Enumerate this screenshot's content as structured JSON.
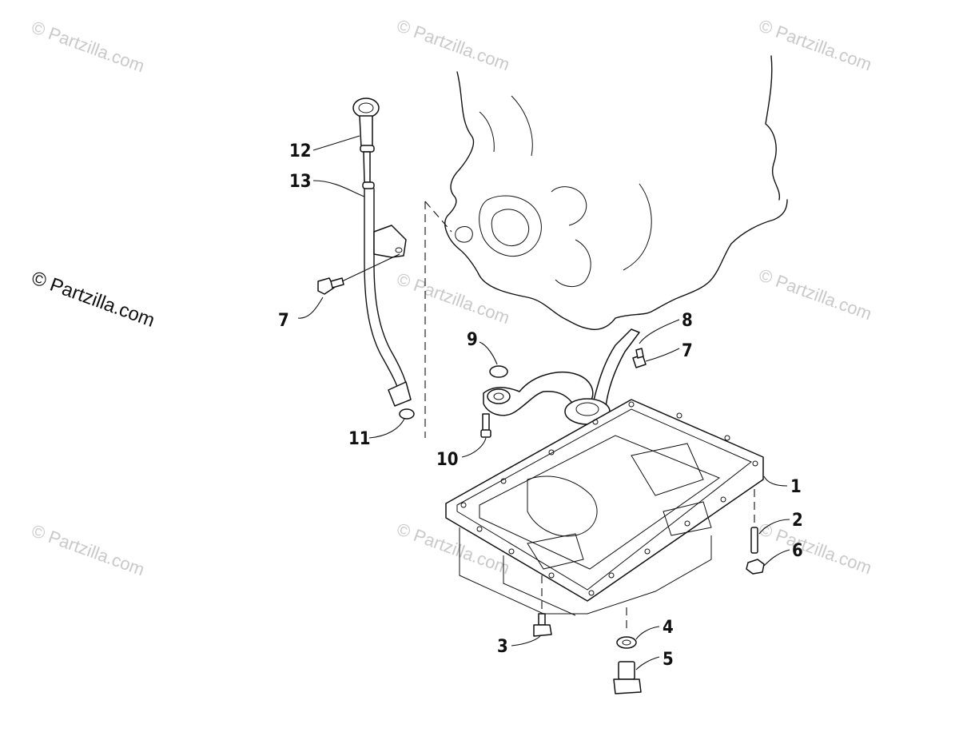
{
  "watermark": {
    "text": "© Partzilla.com"
  },
  "callouts": [
    {
      "id": "c12",
      "label": "12"
    },
    {
      "id": "c13",
      "label": "13"
    },
    {
      "id": "c7a",
      "label": "7"
    },
    {
      "id": "c9",
      "label": "9"
    },
    {
      "id": "c8",
      "label": "8"
    },
    {
      "id": "c7b",
      "label": "7"
    },
    {
      "id": "c10",
      "label": "10"
    },
    {
      "id": "c11",
      "label": "11"
    },
    {
      "id": "c1",
      "label": "1"
    },
    {
      "id": "c2",
      "label": "2"
    },
    {
      "id": "c6",
      "label": "6"
    },
    {
      "id": "c3",
      "label": "3"
    },
    {
      "id": "c4",
      "label": "4"
    },
    {
      "id": "c5",
      "label": "5"
    }
  ]
}
